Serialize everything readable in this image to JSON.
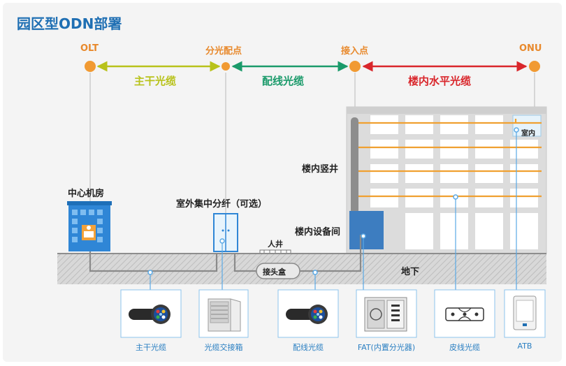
{
  "title": "园区型ODN部署",
  "points": {
    "olt": "OLT",
    "split": "分光配点",
    "access": "接入点",
    "onu": "ONU"
  },
  "segments": {
    "trunk": "主干光缆",
    "distribution": "配线光缆",
    "horizontal": "楼内水平光缆"
  },
  "labels": {
    "center_room": "中心机房",
    "outdoor_split": "室外集中分纤（可选）",
    "manhole": "人井",
    "splice_box": "接头盒",
    "underground": "地下",
    "riser": "楼内竖井",
    "equipment_room": "楼内设备间",
    "indoor": "室内"
  },
  "cards": [
    {
      "caption": "主干光缆",
      "icon": "fiber-cable-icon"
    },
    {
      "caption": "光缆交接箱",
      "icon": "cross-connect-cabinet-icon"
    },
    {
      "caption": "配线光缆",
      "icon": "fiber-cable-icon"
    },
    {
      "caption": "FAT(内置分光器)",
      "icon": "fat-box-icon"
    },
    {
      "caption": "皮线光缆",
      "icon": "drop-cable-icon"
    },
    {
      "caption": "ATB",
      "icon": "atb-icon"
    }
  ],
  "colors": {
    "title": "#1f6fb3",
    "orange": "#e8892c",
    "trunk": "#b8c21a",
    "distribution": "#1a9a6a",
    "horizontal": "#d9262b",
    "building_blue": "#2f86d6"
  }
}
